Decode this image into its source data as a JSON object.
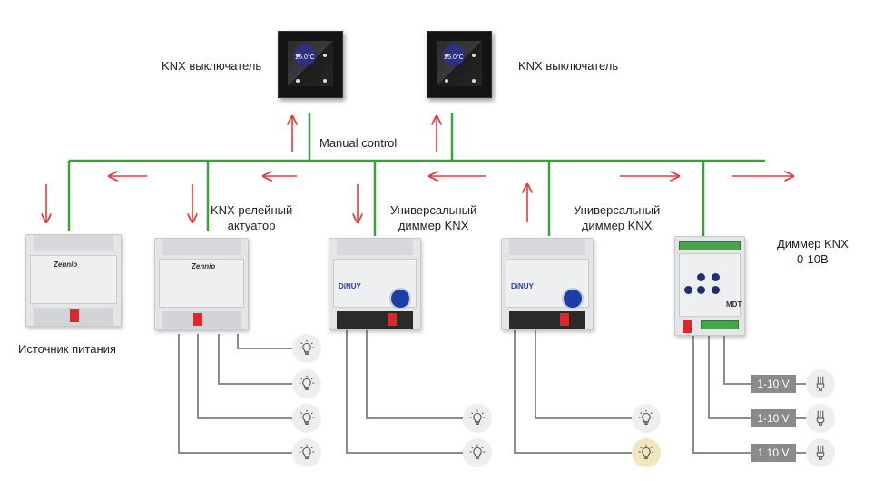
{
  "colors": {
    "bus_line": "#3aa13e",
    "signal_arrow": "#e23b3b",
    "load_wire": "#8c8c8c",
    "bulb_bg": "#eeeeee",
    "bulb_lit_bg": "#f2e6bf",
    "voltage_box": "#8a8a8a"
  },
  "labels": {
    "switch_left": "KNX выключатель",
    "switch_right": "KNX выключатель",
    "manual_control": "Manual control",
    "relay_actuator_line1": "KNX релейный",
    "relay_actuator_line2": "актуатор",
    "dimmer1_line1": "Универсальный",
    "dimmer1_line2": "диммер KNX",
    "dimmer2_line1": "Универсальный",
    "dimmer2_line2": "диммер KNX",
    "dimmer_010_line1": "Диммер KNX",
    "dimmer_010_line2": "0-10В",
    "power_supply": "Источник питания"
  },
  "devices": {
    "switch_display_temp": "25.0°C",
    "power_supply_brand": "Zennio",
    "relay_brand": "Zennio",
    "dimmer1_brand": "DiNUY",
    "dimmer2_brand": "DiNUY",
    "dimmer_010_brand": "MDT"
  },
  "loads": {
    "voltage_boxes": [
      "1-10 V",
      "1-10 V",
      "1 10 V"
    ],
    "relay_bulbs": 4,
    "dimmer1_bulbs": 2,
    "dimmer2_bulbs": 2,
    "dimmer2_lit_bulb_index": 1
  },
  "arrows": {
    "bus_direction": [
      "left",
      "left",
      "left",
      "right",
      "right"
    ],
    "switch_left": "up",
    "switch_right": "up",
    "power_supply": "down",
    "relay_actuator": "down",
    "dimmer1": "down",
    "dimmer2": "up"
  }
}
